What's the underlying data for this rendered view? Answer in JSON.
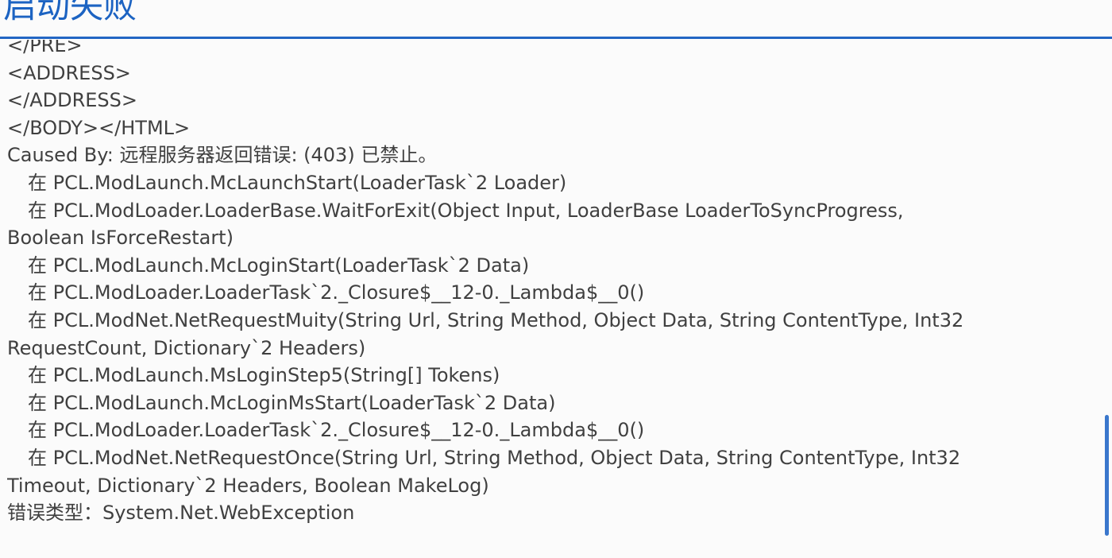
{
  "window": {
    "title": "启动失败"
  },
  "log": {
    "lines": [
      {
        "text": "</PRE>",
        "indent": false
      },
      {
        "text": "<ADDRESS>",
        "indent": false
      },
      {
        "text": "</ADDRESS>",
        "indent": false
      },
      {
        "text": "</BODY></HTML>",
        "indent": false
      },
      {
        "text": "Caused By: 远程服务器返回错误: (403) 已禁止。",
        "indent": false
      },
      {
        "text": "在 PCL.ModLaunch.McLaunchStart(LoaderTask`2 Loader)",
        "indent": true
      },
      {
        "text": "在 PCL.ModLoader.LoaderBase.WaitForExit(Object Input, LoaderBase LoaderToSyncProgress,",
        "indent": true
      },
      {
        "text": "Boolean IsForceRestart)",
        "indent": false
      },
      {
        "text": "在 PCL.ModLaunch.McLoginStart(LoaderTask`2 Data)",
        "indent": true
      },
      {
        "text": "在 PCL.ModLoader.LoaderTask`2._Closure$__12-0._Lambda$__0()",
        "indent": true
      },
      {
        "text": "在 PCL.ModNet.NetRequestMuity(String Url, String Method, Object Data, String ContentType, Int32",
        "indent": true
      },
      {
        "text": "RequestCount, Dictionary`2 Headers)",
        "indent": false
      },
      {
        "text": "在 PCL.ModLaunch.MsLoginStep5(String[] Tokens)",
        "indent": true
      },
      {
        "text": "在 PCL.ModLaunch.McLoginMsStart(LoaderTask`2 Data)",
        "indent": true
      },
      {
        "text": "在 PCL.ModLoader.LoaderTask`2._Closure$__12-0._Lambda$__0()",
        "indent": true
      },
      {
        "text": "在 PCL.ModNet.NetRequestOnce(String Url, String Method, Object Data, String ContentType, Int32",
        "indent": true
      },
      {
        "text": "Timeout, Dictionary`2 Headers, Boolean MakeLog)",
        "indent": false
      },
      {
        "text": "错误类型：System.Net.WebException",
        "indent": false
      }
    ]
  },
  "colors": {
    "accent": "#1c63c2",
    "divider": "#2266c4",
    "text": "#404040",
    "background": "#fbfbfb",
    "scrollbar": "#3a77cc"
  },
  "scroll": {
    "position": 0.86
  }
}
